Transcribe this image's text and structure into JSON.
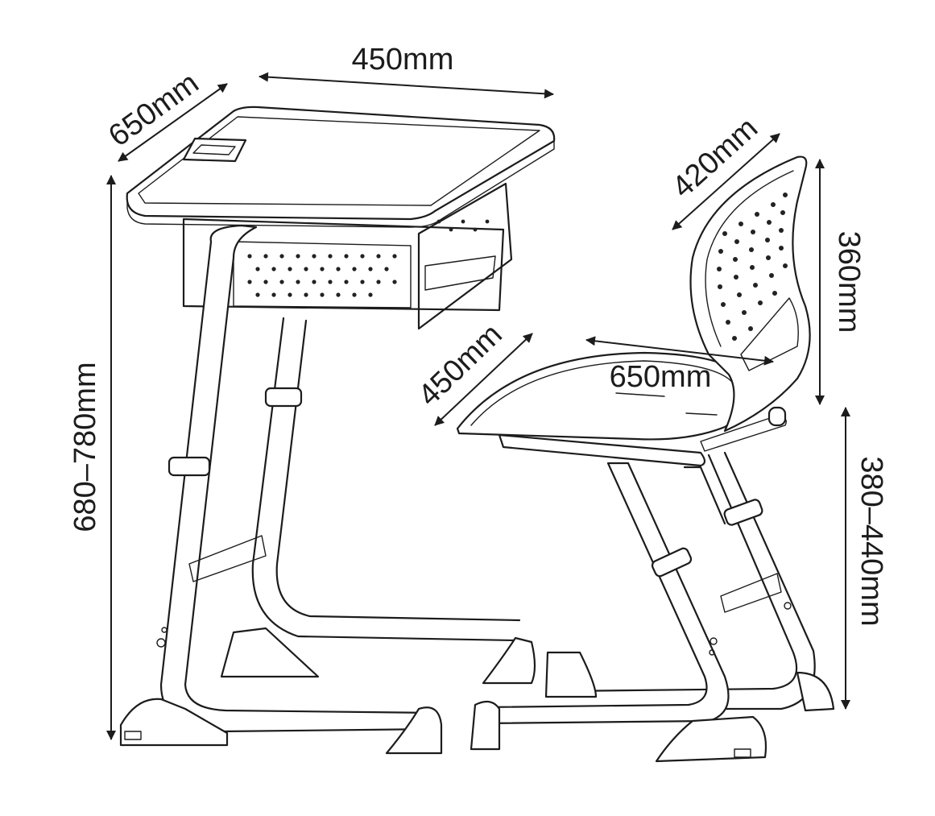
{
  "dimensions": {
    "desk_width": "450mm",
    "desk_depth": "650mm",
    "desk_height": "680–780mm",
    "seat_width": "420mm",
    "backrest_height": "360mm",
    "seat_depth": "450mm",
    "seat_span": "650mm",
    "seat_height": "380–440mm"
  }
}
